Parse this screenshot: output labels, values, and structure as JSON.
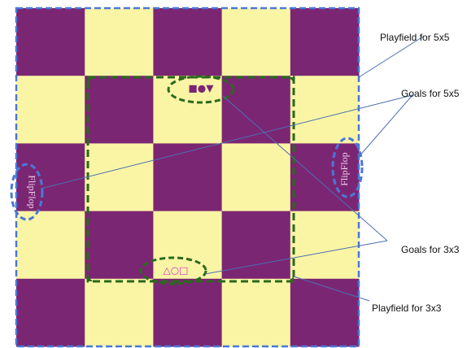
{
  "board": {
    "size": 5,
    "colors": {
      "purple": "#7b2673",
      "yellow": "#faf5a5",
      "outline_blue": "#4a78d9",
      "outline_green": "#2a6a1c",
      "callout_line": "#4c6fb0"
    }
  },
  "labels": {
    "playfield_5x5": "Playfield for 5x5",
    "goals_5x5": "Goals for 5x5",
    "goals_3x3": "Goals for 3x3",
    "playfield_3x3": "Playfield for 3x3"
  },
  "board_text": {
    "flipflop_left": "FlipFlop",
    "flipflop_right": "FlipFlop",
    "goal_symbols_top": "■●▼",
    "goal_symbols_bottom": "△○□"
  }
}
